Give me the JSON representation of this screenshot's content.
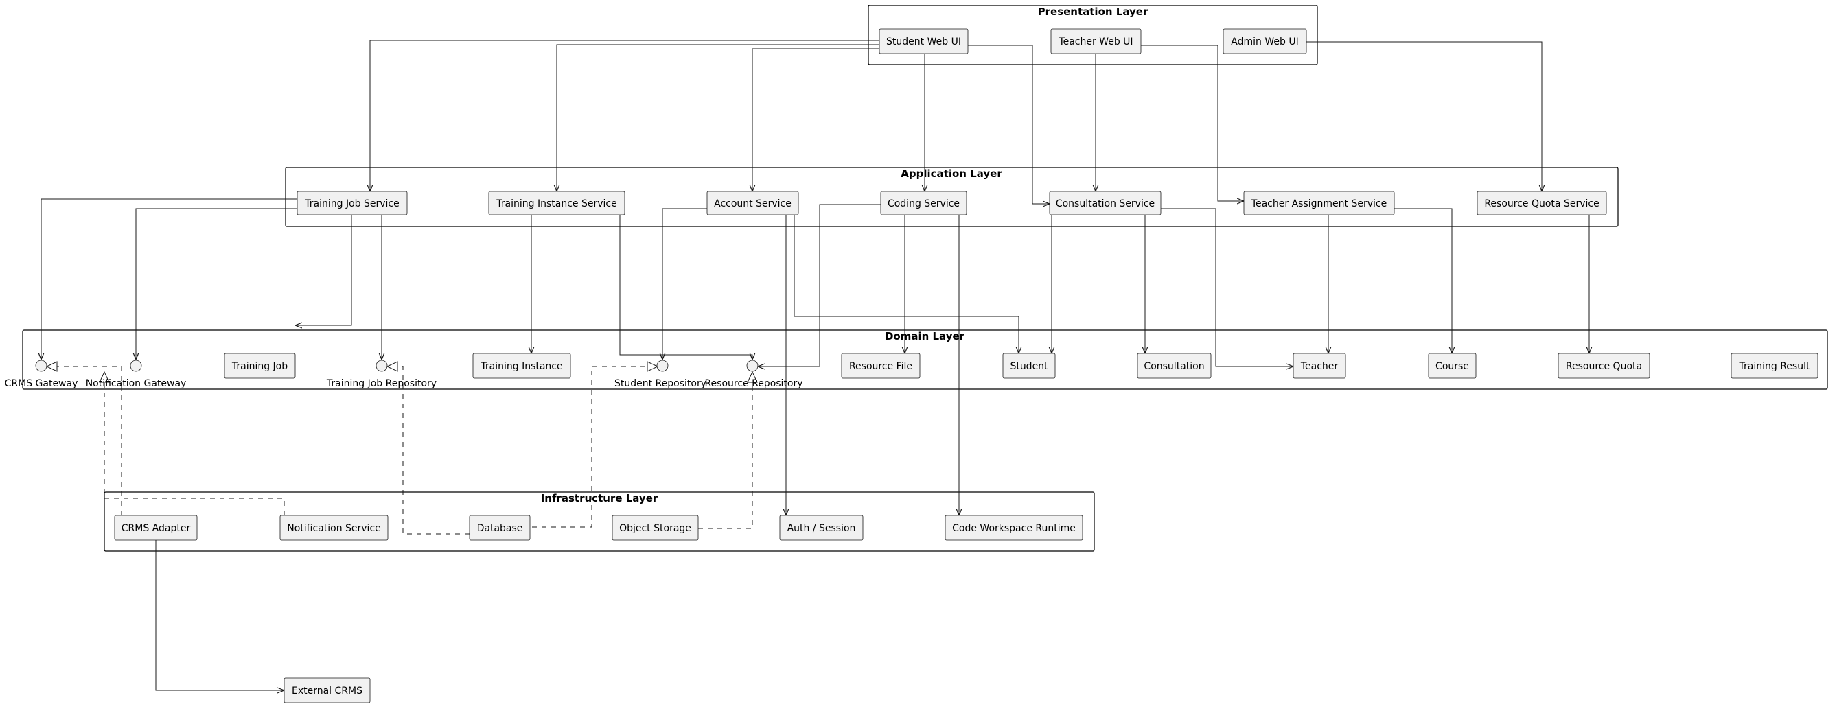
{
  "layers": {
    "presentation": "Presentation Layer",
    "application": "Application Layer",
    "domain": "Domain Layer",
    "infrastructure": "Infrastructure Layer"
  },
  "nodes": {
    "student_web_ui": "Student Web UI",
    "teacher_web_ui": "Teacher Web UI",
    "admin_web_ui": "Admin Web UI",
    "training_job_service": "Training Job Service",
    "training_instance_service": "Training Instance Service",
    "account_service": "Account Service",
    "coding_service": "Coding Service",
    "consultation_service": "Consultation Service",
    "teacher_assignment_service": "Teacher Assignment Service",
    "resource_quota_service": "Resource Quota Service",
    "training_job": "Training Job",
    "training_instance": "Training Instance",
    "resource_file": "Resource File",
    "student": "Student",
    "consultation": "Consultation",
    "teacher": "Teacher",
    "course": "Course",
    "resource_quota": "Resource Quota",
    "training_result": "Training Result",
    "crms_adapter": "CRMS Adapter",
    "notification_service": "Notification Service",
    "database": "Database",
    "object_storage": "Object Storage",
    "auth_session": "Auth / Session",
    "code_workspace_runtime": "Code Workspace Runtime",
    "external_crms": "External CRMS"
  },
  "interfaces": {
    "crms_gateway": "CRMS Gateway",
    "notification_gateway": "Notification Gateway",
    "training_job_repository": "Training Job Repository",
    "student_repository": "Student Repository",
    "resource_repository": "Resource Repository"
  },
  "relations": {
    "dependencies": [
      [
        "student_web_ui",
        "training_job_service"
      ],
      [
        "student_web_ui",
        "training_instance_service"
      ],
      [
        "student_web_ui",
        "account_service"
      ],
      [
        "student_web_ui",
        "coding_service"
      ],
      [
        "student_web_ui",
        "consultation_service"
      ],
      [
        "teacher_web_ui",
        "consultation_service"
      ],
      [
        "teacher_web_ui",
        "teacher_assignment_service"
      ],
      [
        "admin_web_ui",
        "resource_quota_service"
      ],
      [
        "training_job_service",
        "crms_gateway"
      ],
      [
        "training_job_service",
        "notification_gateway"
      ],
      [
        "training_job_service",
        "training_job"
      ],
      [
        "training_job_service",
        "training_job_repository"
      ],
      [
        "training_instance_service",
        "training_instance"
      ],
      [
        "training_instance_service",
        "resource_repository"
      ],
      [
        "account_service",
        "student_repository"
      ],
      [
        "account_service",
        "student"
      ],
      [
        "account_service",
        "auth_session"
      ],
      [
        "coding_service",
        "resource_repository"
      ],
      [
        "coding_service",
        "resource_file"
      ],
      [
        "coding_service",
        "code_workspace_runtime"
      ],
      [
        "consultation_service",
        "student"
      ],
      [
        "consultation_service",
        "consultation"
      ],
      [
        "consultation_service",
        "teacher"
      ],
      [
        "teacher_assignment_service",
        "teacher"
      ],
      [
        "teacher_assignment_service",
        "course"
      ],
      [
        "resource_quota_service",
        "resource_quota"
      ],
      [
        "crms_adapter",
        "external_crms"
      ]
    ],
    "realizations": [
      [
        "crms_adapter",
        "crms_gateway"
      ],
      [
        "notification_service",
        "notification_gateway"
      ],
      [
        "database",
        "training_job_repository"
      ],
      [
        "database",
        "student_repository"
      ],
      [
        "object_storage",
        "resource_repository"
      ]
    ]
  }
}
